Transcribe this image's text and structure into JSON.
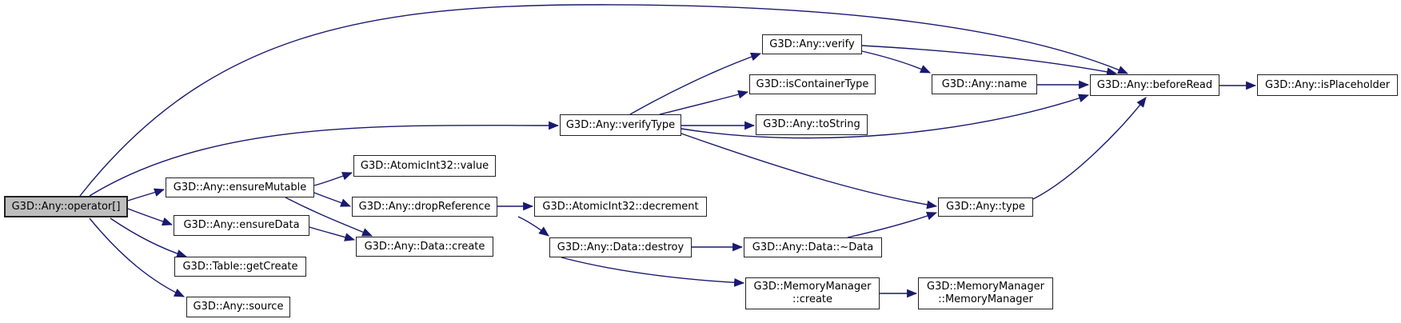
{
  "diagram": {
    "type": "call-graph",
    "highlighted_node": "op",
    "colors": {
      "edge": "#191970",
      "node_border": "#222222",
      "node_bg": "#ffffff",
      "highlight_bg": "#bdbdbd",
      "text": "#000000"
    },
    "nodes": [
      {
        "id": "op",
        "label": "G3D::Any::operator[]"
      },
      {
        "id": "ensureMutable",
        "label": "G3D::Any::ensureMutable"
      },
      {
        "id": "ensureData",
        "label": "G3D::Any::ensureData"
      },
      {
        "id": "getCreate",
        "label": "G3D::Table::getCreate"
      },
      {
        "id": "source",
        "label": "G3D::Any::source"
      },
      {
        "id": "value",
        "label": "G3D::AtomicInt32::value"
      },
      {
        "id": "dropReference",
        "label": "G3D::Any::dropReference"
      },
      {
        "id": "dataCreate",
        "label": "G3D::Any::Data::create"
      },
      {
        "id": "decrement",
        "label": "G3D::AtomicInt32::decrement"
      },
      {
        "id": "destroy",
        "label": "G3D::Any::Data::destroy"
      },
      {
        "id": "dtorData",
        "label": "G3D::Any::Data::~Data"
      },
      {
        "id": "mmCreate",
        "label": "G3D::MemoryManager\n::create"
      },
      {
        "id": "mmCtor",
        "label": "G3D::MemoryManager\n::MemoryManager"
      },
      {
        "id": "verifyType",
        "label": "G3D::Any::verifyType"
      },
      {
        "id": "verify",
        "label": "G3D::Any::verify"
      },
      {
        "id": "isContainerType",
        "label": "G3D::isContainerType"
      },
      {
        "id": "toString",
        "label": "G3D::Any::toString"
      },
      {
        "id": "name",
        "label": "G3D::Any::name"
      },
      {
        "id": "beforeRead",
        "label": "G3D::Any::beforeRead"
      },
      {
        "id": "isPlaceholder",
        "label": "G3D::Any::isPlaceholder"
      },
      {
        "id": "type",
        "label": "G3D::Any::type"
      }
    ],
    "edges": [
      {
        "from": "op",
        "to": "beforeRead"
      },
      {
        "from": "op",
        "to": "verifyType"
      },
      {
        "from": "op",
        "to": "ensureMutable"
      },
      {
        "from": "op",
        "to": "ensureData"
      },
      {
        "from": "op",
        "to": "getCreate"
      },
      {
        "from": "op",
        "to": "source"
      },
      {
        "from": "ensureMutable",
        "to": "value"
      },
      {
        "from": "ensureMutable",
        "to": "dropReference"
      },
      {
        "from": "ensureMutable",
        "to": "dataCreate"
      },
      {
        "from": "ensureData",
        "to": "dataCreate"
      },
      {
        "from": "dropReference",
        "to": "decrement"
      },
      {
        "from": "dropReference",
        "to": "destroy"
      },
      {
        "from": "destroy",
        "to": "dtorData"
      },
      {
        "from": "destroy",
        "to": "mmCreate"
      },
      {
        "from": "mmCreate",
        "to": "mmCtor"
      },
      {
        "from": "dtorData",
        "to": "type"
      },
      {
        "from": "verifyType",
        "to": "verify"
      },
      {
        "from": "verifyType",
        "to": "isContainerType"
      },
      {
        "from": "verifyType",
        "to": "toString"
      },
      {
        "from": "verifyType",
        "to": "type"
      },
      {
        "from": "verifyType",
        "to": "beforeRead"
      },
      {
        "from": "verify",
        "to": "name"
      },
      {
        "from": "verify",
        "to": "beforeRead"
      },
      {
        "from": "name",
        "to": "beforeRead"
      },
      {
        "from": "type",
        "to": "beforeRead"
      },
      {
        "from": "beforeRead",
        "to": "isPlaceholder"
      }
    ]
  }
}
